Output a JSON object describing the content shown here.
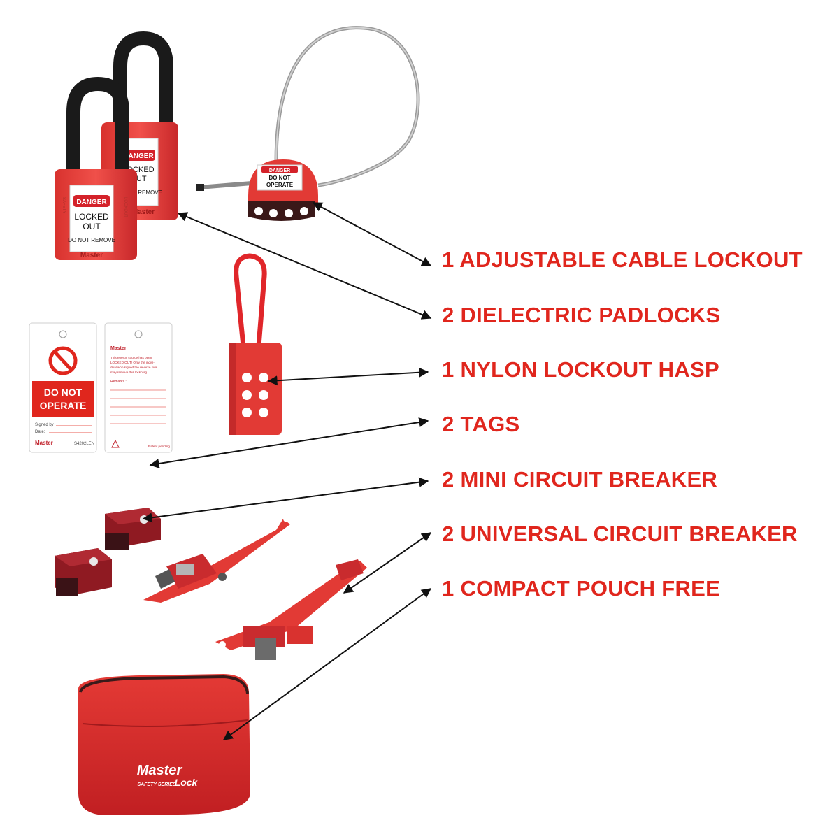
{
  "colors": {
    "accent_red": "#e0261d",
    "product_red": "#e23a35",
    "dark_red": "#8f1a22",
    "arrow": "#111111"
  },
  "labels": [
    "1 ADJUSTABLE CABLE LOCKOUT",
    "2 DIELECTRIC PADLOCKS",
    "1 NYLON LOCKOUT HASP",
    "2 TAGS",
    "2 MINI CIRCUIT BREAKER",
    "2 UNIVERSAL CIRCUIT BREAKER",
    "1 COMPACT POUCH FREE"
  ],
  "padlock_front": {
    "danger": "DANGER",
    "line1": "LOCKED",
    "line2": "OUT",
    "line3": "DO NOT REMOVE",
    "brand": "Master",
    "side_left": "SAFETY",
    "side_right": "LOCKOUT"
  },
  "padlock_back": {
    "danger": "DANGER",
    "line1": "LOCKED",
    "line2": "OUT",
    "line3": "DO NOT REMOVE",
    "brand": "Master"
  },
  "cable_lockout": {
    "danger": "DANGER",
    "line1": "DO NOT",
    "line2": "OPERATE"
  },
  "tag_front": {
    "line1": "DO NOT",
    "line2": "OPERATE",
    "signed": "Signed by",
    "date": "Date:",
    "brand": "Master",
    "code": "S4202LEN"
  },
  "tag_back": {
    "brand": "Master",
    "text1": "This energy source has been",
    "text2": "LOCKED OUT! Only the indivi-",
    "text3": "dual who signed the reverse side",
    "text4": "may remove this lockotag.",
    "remarks": "Remarks :",
    "patent": "Patent pending"
  },
  "pouch": {
    "brand1": "Master",
    "brand2": "Lock",
    "series": "SAFETY SERIES"
  }
}
